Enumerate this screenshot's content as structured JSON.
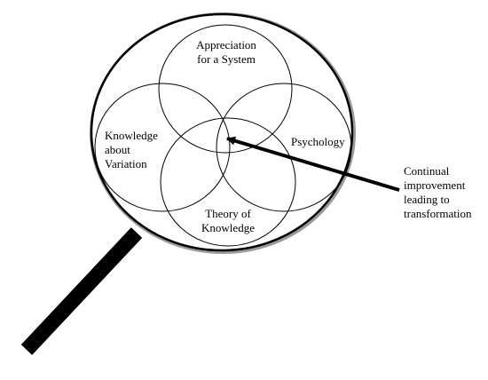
{
  "circles": {
    "top": {
      "line1": "Appreciation",
      "line2": "for a System"
    },
    "left": {
      "line1": "Knowledge",
      "line2": "about",
      "line3": "Variation"
    },
    "right": {
      "line1": "Psychology"
    },
    "bottom": {
      "line1": "Theory of",
      "line2": "Knowledge"
    }
  },
  "callout": {
    "line1": "Continual",
    "line2": "improvement",
    "line3": "leading to",
    "line4": "transformation"
  },
  "colors": {
    "stroke": "#000000",
    "background": "#ffffff",
    "lens_rim_shadow": "#9a9a9a"
  },
  "icons": {
    "lens": "magnifying-glass-icon"
  }
}
